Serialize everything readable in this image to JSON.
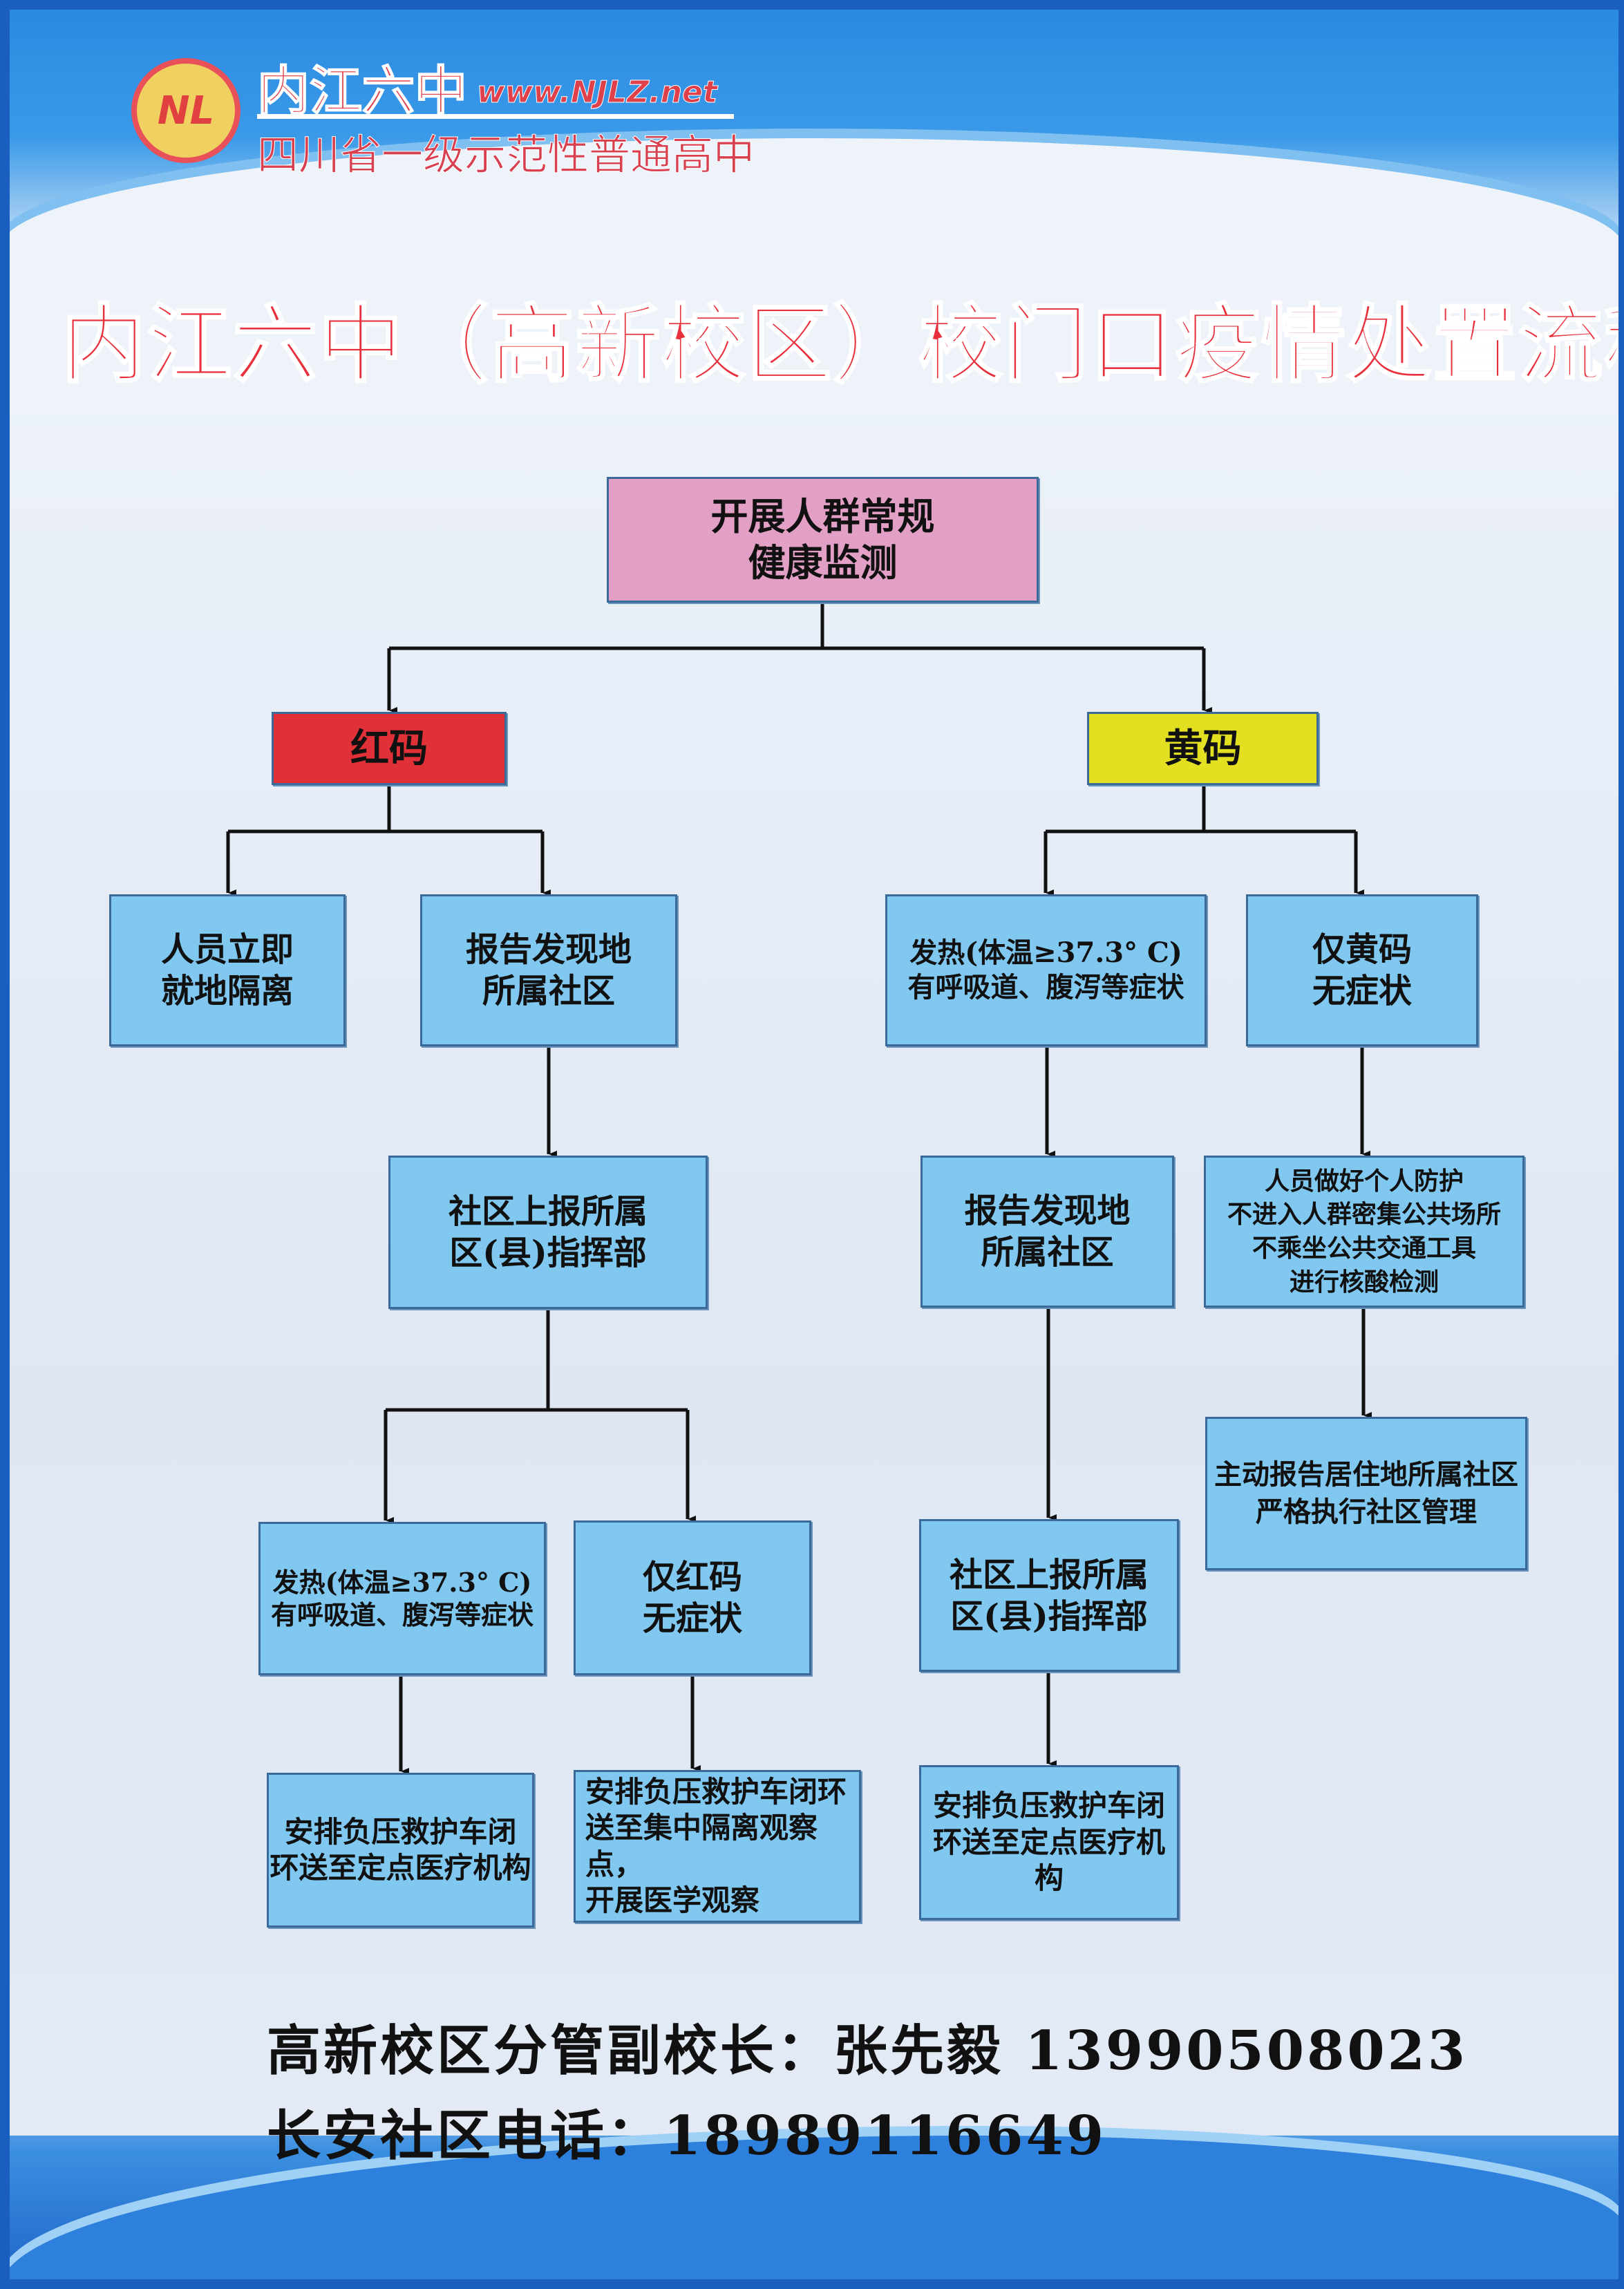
{
  "header": {
    "logo_text": "NL",
    "school_name": "内江六中",
    "website": "www.NJLZ.net",
    "slogan": "四川省一级示范性普通高中"
  },
  "title": "内江六中（高新校区）校门口疫情处置流程",
  "flow": {
    "start": "开展人群常规\n健康监测",
    "red_code": {
      "label": "红码",
      "isolate": "人员立即\n就地隔离",
      "report": "报告发现地\n所属社区",
      "community_report": "社区上报所属\n区(县)指挥部",
      "fever": "发热(体温≥37.3° C)\n有呼吸道、腹泻等症状",
      "only_code": "仅红码\n无症状",
      "fever_action": "安排负压救护车闭\n环送至定点医疗机构",
      "only_code_action": "安排负压救护车闭环\n送至集中隔离观察点，\n开展医学观察"
    },
    "yellow_code": {
      "label": "黄码",
      "fever": "发热(体温≥37.3° C)\n有呼吸道、腹泻等症状",
      "only_code": "仅黄码\n无症状",
      "report": "报告发现地\n所属社区",
      "protection": "人员做好个人防护\n不进入人群密集公共场所\n不乘坐公共交通工具\n进行核酸检测",
      "self_report": "主动报告居住地所属社区\n严格执行社区管理",
      "community_report": "社区上报所属\n区(县)指挥部",
      "fever_action": "安排负压救护车闭\n环送至定点医疗机构"
    }
  },
  "footer": {
    "principal": "高新校区分管副校长：张先毅 13990508023",
    "community_phone": "长安社区电话：18989116649"
  },
  "colors": {
    "title": "#e8303c",
    "red_code": "#e03038",
    "yellow_code": "#e2e020",
    "start": "#e3a0c6",
    "box": "#80c8f0"
  }
}
